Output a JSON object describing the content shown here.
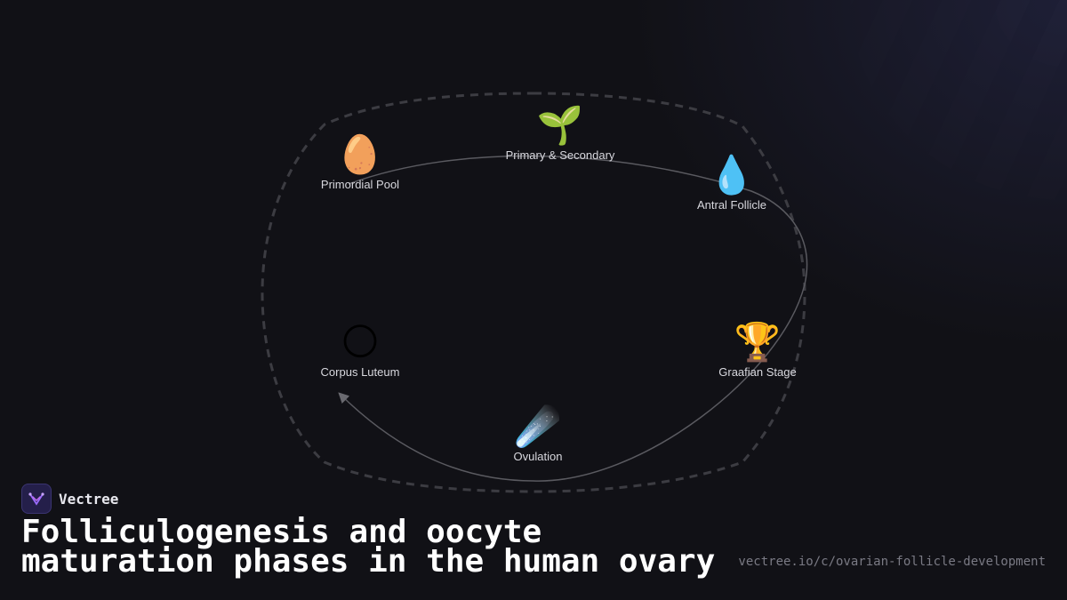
{
  "brand": {
    "name": "Vectree"
  },
  "title": "Folliculogenesis and oocyte maturation phases in the human ovary",
  "url": "vectree.io/c/ovarian-follicle-development",
  "nodes": [
    {
      "emoji": "🥚",
      "label": "Primordial Pool",
      "icon": "egg-icon"
    },
    {
      "emoji": "🌱",
      "label": "Primary & Secondary",
      "icon": "seedling-icon"
    },
    {
      "emoji": "💧",
      "label": "Antral Follicle",
      "icon": "droplet-icon"
    },
    {
      "emoji": "🏆",
      "label": "Graafian Stage",
      "icon": "trophy-icon"
    },
    {
      "emoji": "☄️",
      "label": "Ovulation",
      "icon": "comet-icon"
    },
    {
      "emoji": "🌕",
      "label": "Corpus Luteum",
      "icon": "full-moon-icon"
    }
  ],
  "colors": {
    "background": "#111116",
    "dashed_outline": "#3c3c42",
    "arrow": "#5a5a60",
    "label": "#d8d8de"
  }
}
